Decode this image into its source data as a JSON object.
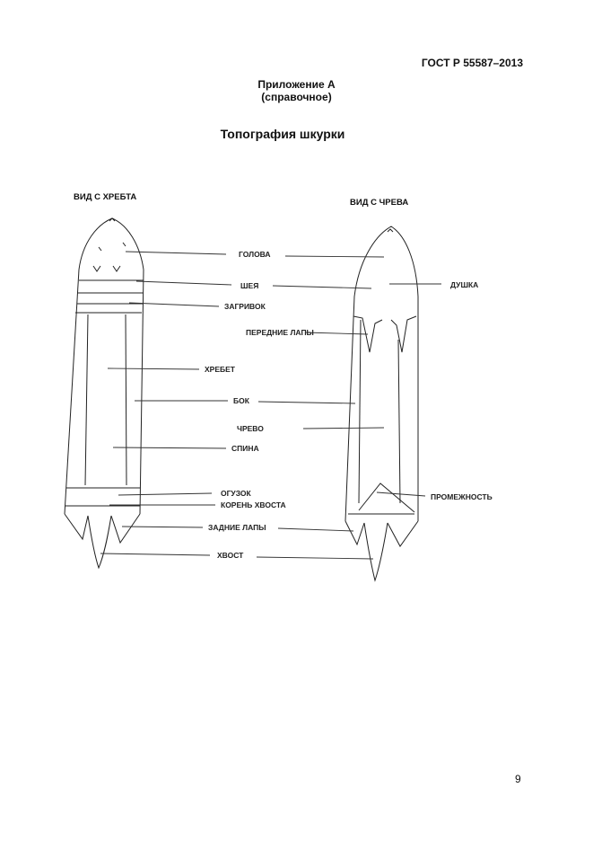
{
  "header": {
    "standard": "ГОСТ Р 55587–2013"
  },
  "appendix": {
    "title": "Приложение А",
    "subtitle": "(справочное)"
  },
  "document": {
    "title": "Топография шкурки"
  },
  "diagram": {
    "view_back": "ВИД С ХРЕБТА",
    "view_belly": "ВИД С ЧРЕВА",
    "labels": {
      "head": "ГОЛОВА",
      "neck": "ШЕЯ",
      "scruff": "ЗАГРИВОК",
      "ridge": "ХРЕБЕТ",
      "side": "БОК",
      "back": "СПИНА",
      "rump": "ОГУЗОК",
      "tail_root": "КОРЕНЬ ХВОСТА",
      "hind_paws": "ЗАДНИЕ ЛАПЫ",
      "tail": "ХВОСТ",
      "throat": "ДУШКА",
      "front_paws": "ПЕРЕДНИЕ ЛАПЫ",
      "belly": "ЧРЕВО",
      "perineum": "ПРОМЕЖНОСТЬ"
    }
  },
  "footer": {
    "page_number": "9"
  }
}
